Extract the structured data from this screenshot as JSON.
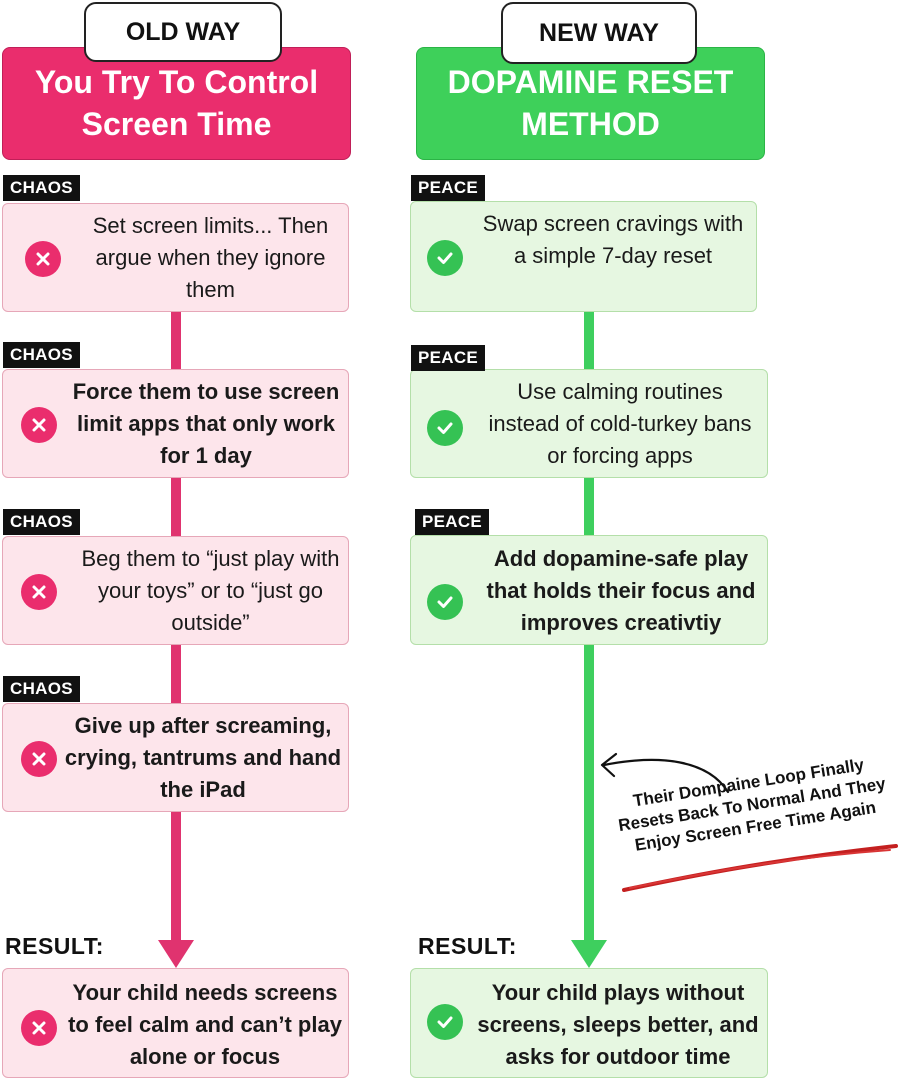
{
  "old_column": {
    "tag": "OLD WAY",
    "header": "You Try To Control Screen Time",
    "steps": [
      {
        "badge": "CHAOS",
        "text": "Set screen limits... Then argue when they ignore them",
        "icon": "x-icon"
      },
      {
        "badge": "CHAOS",
        "text": "Force them to use screen limit apps that only work for 1 day",
        "icon": "x-icon"
      },
      {
        "badge": "CHAOS",
        "text": "Beg them to “just play with your toys” or to “just go outside”",
        "icon": "x-icon"
      },
      {
        "badge": "CHAOS",
        "text": "Give up after screaming, crying, tantrums and hand the iPad",
        "icon": "x-icon"
      }
    ],
    "result_label": "RESULT:",
    "result_text": "Your child needs screens to feel calm and can’t play alone or focus"
  },
  "new_column": {
    "tag": "NEW WAY",
    "header": "DOPAMINE RESET METHOD",
    "steps": [
      {
        "badge": "PEACE",
        "text": "Swap screen cravings with a simple 7-day reset",
        "icon": "check-icon"
      },
      {
        "badge": "PEACE",
        "text": "Use calming routines instead of cold-turkey bans or forcing apps",
        "icon": "check-icon"
      },
      {
        "badge": "PEACE",
        "text": "Add dopamine-safe play that holds their focus and improves creativtiy",
        "icon": "check-icon"
      }
    ],
    "result_label": "RESULT:",
    "result_text": "Your child plays without screens, sleeps better, and asks for outdoor time"
  },
  "annotation": "Their Dompaine Loop Finally Resets Back To Normal And They Enjoy Screen Free Time Again",
  "colors": {
    "old_accent": "#ea2d6d",
    "new_accent": "#3ed05a",
    "old_card_bg": "#fde5eb",
    "new_card_bg": "#e6f7e1",
    "badge_bg": "#111111"
  }
}
